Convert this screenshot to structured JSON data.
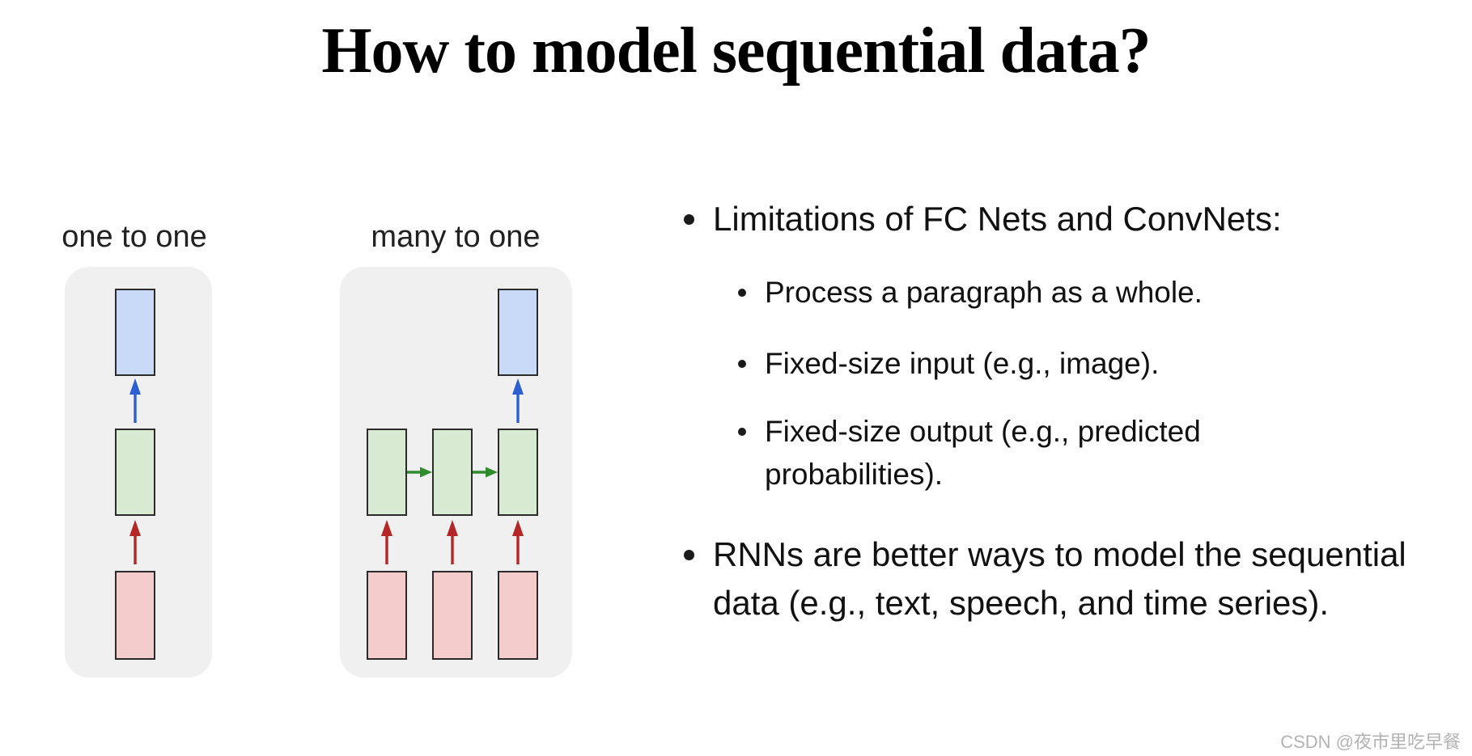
{
  "title": "How to model sequential data?",
  "diagrams": {
    "one_to_one": {
      "label": "one to one"
    },
    "many_to_one": {
      "label": "many to one"
    }
  },
  "bullets": {
    "item1": {
      "label": "Limitations of FC Nets and ConvNets:",
      "sub": [
        "Process a paragraph as a whole.",
        "Fixed-size input (e.g., image).",
        "Fixed-size output (e.g., predicted probabilities)."
      ]
    },
    "item2": {
      "label": "RNNs are better ways to model the sequential data (e.g., text, speech, and time series)."
    }
  },
  "watermark": "CSDN @夜市里吃早餐",
  "colors": {
    "panel_bg": "#f0f0f0",
    "input_box_fill": "#f4cccc",
    "hidden_box_fill": "#d9ead3",
    "output_box_fill": "#c9daf8",
    "box_border": "#2b2b2b",
    "input_arrow": "#b52626",
    "output_arrow": "#2d5fd3",
    "recurrent_arrow": "#2e8b2e",
    "watermark_text": "#b3b3b3",
    "title_text": "#000000",
    "body_text": "#111111"
  }
}
